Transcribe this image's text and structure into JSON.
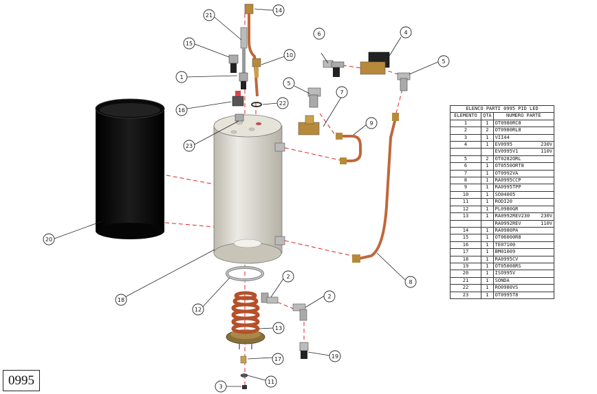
{
  "drawing_number": "0995",
  "table": {
    "title": "ELENCO PARTI 0995 PID LED",
    "headers": [
      "ELEMENTO",
      "QTÀ",
      "NUMERO PARTE"
    ],
    "rows": [
      {
        "el": "1",
        "q": "1",
        "pn": "OT0980RC8",
        "note": ""
      },
      {
        "el": "2",
        "q": "2",
        "pn": "OT0980RL8",
        "note": ""
      },
      {
        "el": "3",
        "q": "1",
        "pn": "VII44",
        "note": ""
      },
      {
        "el": "4",
        "q": "1",
        "pn": "EV0995",
        "note": "230V"
      },
      {
        "el": "",
        "q": "",
        "pn": "EV0995V1",
        "note": "110V"
      },
      {
        "el": "5",
        "q": "2",
        "pn": "OT0282ORL",
        "note": ""
      },
      {
        "el": "6",
        "q": "1",
        "pn": "OT0550ORT8",
        "note": ""
      },
      {
        "el": "7",
        "q": "1",
        "pn": "OT0992VA",
        "note": ""
      },
      {
        "el": "8",
        "q": "1",
        "pn": "RA0995CCP",
        "note": ""
      },
      {
        "el": "9",
        "q": "1",
        "pn": "RA0995TPP",
        "note": ""
      },
      {
        "el": "10",
        "q": "1",
        "pn": "SO04005",
        "note": ""
      },
      {
        "el": "11",
        "q": "1",
        "pn": "RODI20",
        "note": ""
      },
      {
        "el": "12",
        "q": "1",
        "pn": "PL0980GR",
        "note": ""
      },
      {
        "el": "13",
        "q": "1",
        "pn": "RA0992REV230",
        "note": "230V"
      },
      {
        "el": "",
        "q": "",
        "pn": "RA0992REV",
        "note": "110V"
      },
      {
        "el": "14",
        "q": "1",
        "pn": "RA0980PA",
        "note": ""
      },
      {
        "el": "15",
        "q": "1",
        "pn": "OT06000R8",
        "note": ""
      },
      {
        "el": "16",
        "q": "1",
        "pn": "TE07100",
        "note": ""
      },
      {
        "el": "17",
        "q": "1",
        "pn": "BM01009",
        "note": ""
      },
      {
        "el": "18",
        "q": "1",
        "pn": "RA0995CV",
        "note": ""
      },
      {
        "el": "19",
        "q": "1",
        "pn": "OT05008RS",
        "note": ""
      },
      {
        "el": "20",
        "q": "1",
        "pn": "ISO995V",
        "note": ""
      },
      {
        "el": "21",
        "q": "1",
        "pn": "SONDA",
        "note": ""
      },
      {
        "el": "22",
        "q": "1",
        "pn": "RO0980VS",
        "note": ""
      },
      {
        "el": "23",
        "q": "1",
        "pn": "OT0995T8",
        "note": ""
      }
    ]
  },
  "callouts": {
    "c1": "1",
    "c2a": "2",
    "c2b": "2",
    "c3": "3",
    "c4": "4",
    "c5a": "5",
    "c5b": "5",
    "c6": "6",
    "c7": "7",
    "c8": "8",
    "c9": "9",
    "c10": "10",
    "c11": "11",
    "c12": "12",
    "c13": "13",
    "c14": "14",
    "c15": "15",
    "c16": "16",
    "c17": "17",
    "c18": "18",
    "c19": "19",
    "c20": "20",
    "c21": "21",
    "c22": "22",
    "c23": "23"
  },
  "colors": {
    "leader": "#222222",
    "dash": "#e02020",
    "copper": "#c0673a",
    "brass": "#b8893a",
    "insulation": "#111111",
    "tank": "#d9d6cc"
  }
}
